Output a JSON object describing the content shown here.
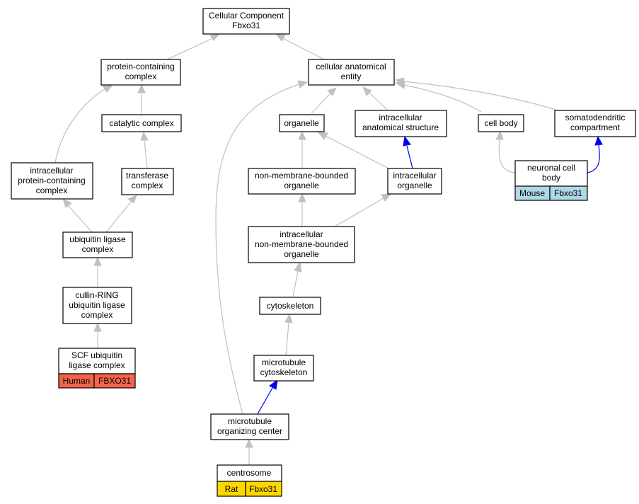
{
  "colors": {
    "edge_default": "#c0c0c0",
    "edge_highlight": "#0000ee",
    "human": "#f4634a",
    "mouse": "#add8e6",
    "rat": "#ffd700"
  },
  "nodes": {
    "root": {
      "lines": [
        "Cellular Component",
        "Fbxo31"
      ]
    },
    "protein_containing_complex": {
      "lines": [
        "protein-containing",
        "complex"
      ]
    },
    "cellular_anatomical_entity": {
      "lines": [
        "cellular anatomical",
        "entity"
      ]
    },
    "catalytic_complex": {
      "lines": [
        "catalytic complex"
      ]
    },
    "organelle": {
      "lines": [
        "organelle"
      ]
    },
    "intracellular_anatomical_structure": {
      "lines": [
        "intracellular",
        "anatomical structure"
      ]
    },
    "cell_body": {
      "lines": [
        "cell body"
      ]
    },
    "somatodendritic_compartment": {
      "lines": [
        "somatodendritic",
        "compartment"
      ]
    },
    "intracellular_protein_containing_complex": {
      "lines": [
        "intracellular",
        "protein-containing",
        "complex"
      ]
    },
    "transferase_complex": {
      "lines": [
        "transferase",
        "complex"
      ]
    },
    "non_membrane_bounded_organelle": {
      "lines": [
        "non-membrane-bounded",
        "organelle"
      ]
    },
    "intracellular_organelle": {
      "lines": [
        "intracellular",
        "organelle"
      ]
    },
    "neuronal_cell_body": {
      "lines": [
        "neuronal cell",
        "body"
      ],
      "species": "Mouse",
      "gene": "Fbxo31"
    },
    "ubiquitin_ligase_complex": {
      "lines": [
        "ubiquitin ligase",
        "complex"
      ]
    },
    "intracellular_non_membrane_bounded_organelle": {
      "lines": [
        "intracellular",
        "non-membrane-bounded",
        "organelle"
      ]
    },
    "cullin_ring_ubiquitin_ligase_complex": {
      "lines": [
        "cullin-RING",
        "ubiquitin ligase",
        "complex"
      ]
    },
    "cytoskeleton": {
      "lines": [
        "cytoskeleton"
      ]
    },
    "scf_ubiquitin_ligase_complex": {
      "lines": [
        "SCF ubiquitin",
        "ligase complex"
      ],
      "species": "Human",
      "gene": "FBXO31"
    },
    "microtubule_cytoskeleton": {
      "lines": [
        "microtubule",
        "cytoskeleton"
      ]
    },
    "microtubule_organizing_center": {
      "lines": [
        "microtubule",
        "organizing center"
      ]
    },
    "centrosome": {
      "lines": [
        "centrosome"
      ],
      "species": "Rat",
      "gene": "Fbxo31"
    }
  }
}
